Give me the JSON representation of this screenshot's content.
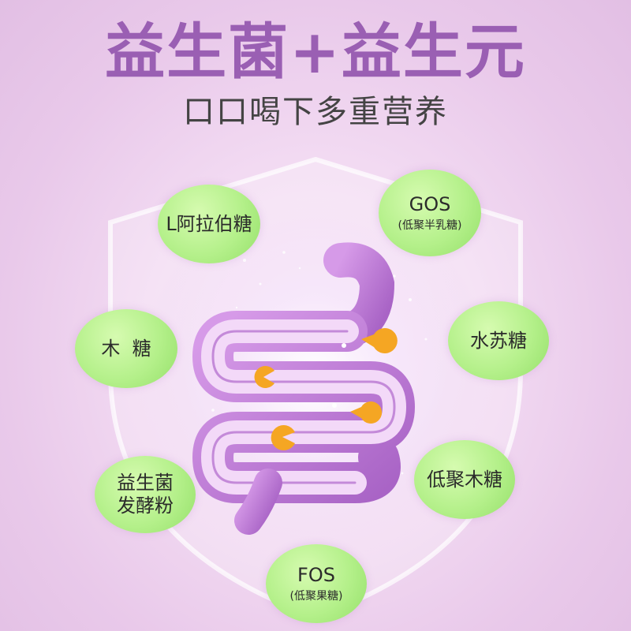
{
  "header": {
    "title": "益生菌+益生元",
    "subtitle": "口口喝下多重营养"
  },
  "bubbles": [
    {
      "label": "L阿拉伯糖"
    },
    {
      "label": "GOS",
      "sublabel": "(低聚半乳糖)"
    },
    {
      "label": "木  糖"
    },
    {
      "label": "水苏糖"
    },
    {
      "label": "益生菌",
      "label2": "发酵粉"
    },
    {
      "label": "低聚木糖"
    },
    {
      "label": "FOS",
      "sublabel": "(低聚果糖)"
    }
  ],
  "colors": {
    "title": "#9a5fb3",
    "subtitle": "#444444",
    "bubble_fill": "#b4f08a",
    "intestine": "#b86fd0",
    "intestine_highlight": "#e7c2f2",
    "shield": "#ffffff",
    "pacman": "#f5a623"
  },
  "icons": [
    "shield-icon",
    "intestine-icon",
    "probiotic-pacman-icon"
  ]
}
